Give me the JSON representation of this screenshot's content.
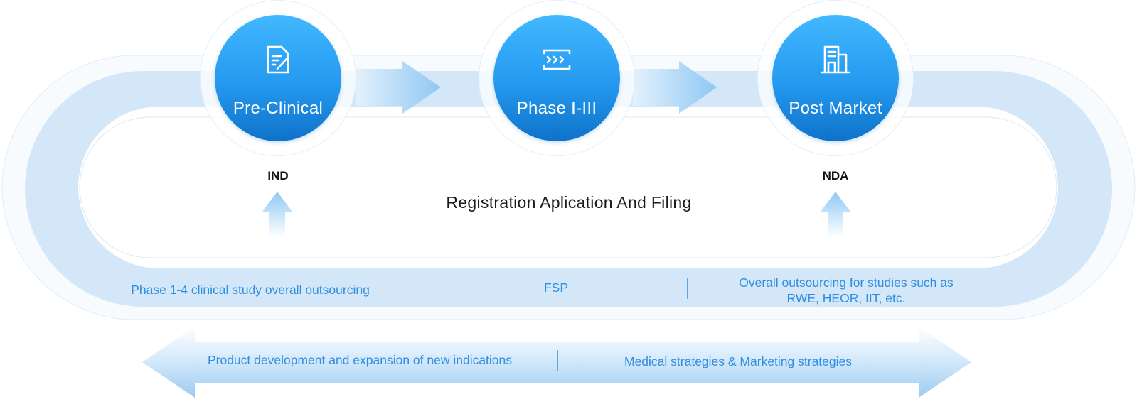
{
  "stages": [
    {
      "label": "Pre-Clinical",
      "icon": "document-edit-icon"
    },
    {
      "label": "Phase I-III",
      "icon": "forward-arrows-icon"
    },
    {
      "label": "Post Market",
      "icon": "building-icon"
    }
  ],
  "milestones": {
    "ind": "IND",
    "nda": "NDA"
  },
  "center_title": "Registration Aplication And Filing",
  "services": {
    "left": "Phase 1-4 clinical study overall outsourcing",
    "middle": "FSP",
    "right_line1": "Overall outsourcing for studies such as",
    "right_line2": "RWE, HEOR, IIT, etc."
  },
  "bottom": {
    "left": "Product development and expansion of new indications",
    "right": "Medical strategies & Marketing strategies"
  },
  "colors": {
    "circle_top": "#42b8ff",
    "circle_bottom": "#0f72c9",
    "accent_text": "#2f8ee0",
    "track": "#d4e7f8"
  }
}
